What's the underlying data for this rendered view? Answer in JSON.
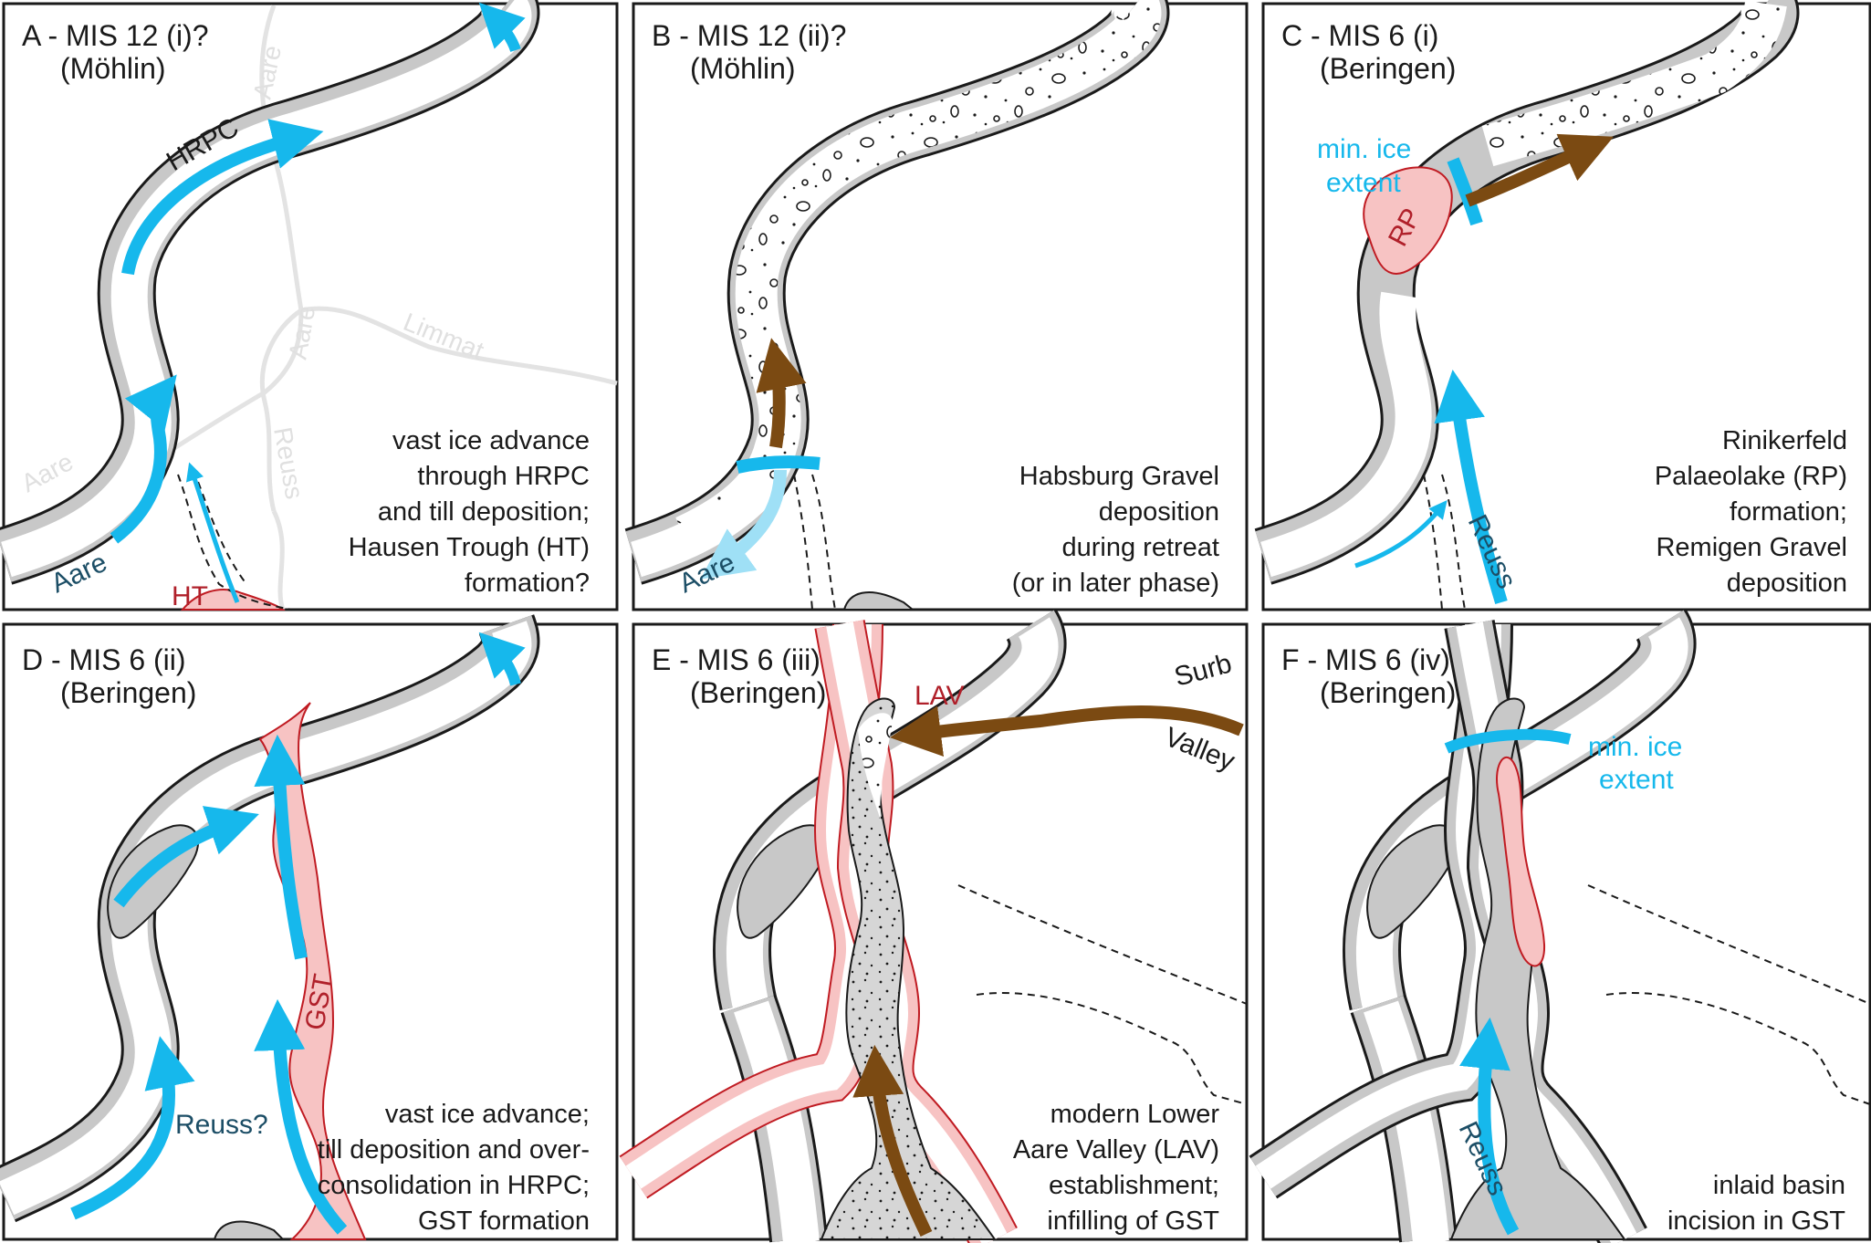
{
  "panels": [
    {
      "id": "A",
      "title": "A - MIS 12 (i)?",
      "subtitle": "(Möhlin)",
      "description": [
        "vast ice advance",
        "through HRPC",
        "and till deposition;",
        "Hausen Trough (HT)",
        "formation?"
      ],
      "labels": {
        "channel": "HRPC",
        "aare": "Aare",
        "ht": "HT"
      },
      "background_rivers": [
        "Aare",
        "Aare",
        "Limmat",
        "Reuss",
        "Aare"
      ]
    },
    {
      "id": "B",
      "title": "B - MIS 12 (ii)?",
      "subtitle": "(Möhlin)",
      "description": [
        "Habsburg Gravel",
        "deposition",
        "during retreat",
        "(or in later phase)"
      ],
      "labels": {
        "aare": "Aare"
      }
    },
    {
      "id": "C",
      "title": "C - MIS 6 (i)",
      "subtitle": "(Beringen)",
      "description": [
        "Rinikerfeld",
        "Palaeolake (RP)",
        "formation;",
        "Remigen Gravel",
        "deposition"
      ],
      "labels": {
        "ice_line1": "min. ice",
        "ice_line2": "extent",
        "rp": "RP",
        "reuss": "Reuss"
      }
    },
    {
      "id": "D",
      "title": "D - MIS 6 (ii)",
      "subtitle": "(Beringen)",
      "description": [
        "vast ice advance;",
        "till deposition and over-",
        "consolidation in HRPC;",
        "GST formation"
      ],
      "labels": {
        "gst": "GST",
        "reuss": "Reuss?"
      }
    },
    {
      "id": "E",
      "title": "E - MIS 6 (iii)",
      "subtitle": "(Beringen)",
      "description": [
        "modern Lower",
        "Aare Valley (LAV)",
        "establishment;",
        "infilling of GST"
      ],
      "labels": {
        "lav": "LAV",
        "surb1": "Surb",
        "surb2": "Valley"
      }
    },
    {
      "id": "F",
      "title": "F - MIS 6 (iv)",
      "subtitle": "(Beringen)",
      "description": [
        "inlaid basin",
        "incision in GST"
      ],
      "labels": {
        "ice_line1": "min. ice",
        "ice_line2": "extent",
        "reuss": "Reuss"
      }
    }
  ],
  "colors": {
    "ice": "#16b8ec",
    "gravel_arrow": "#7b4a12",
    "trough": "#f7c3c3",
    "trough_outline": "#c01b22",
    "valley": "#c8c8c8",
    "outline": "#1a1a1a"
  }
}
